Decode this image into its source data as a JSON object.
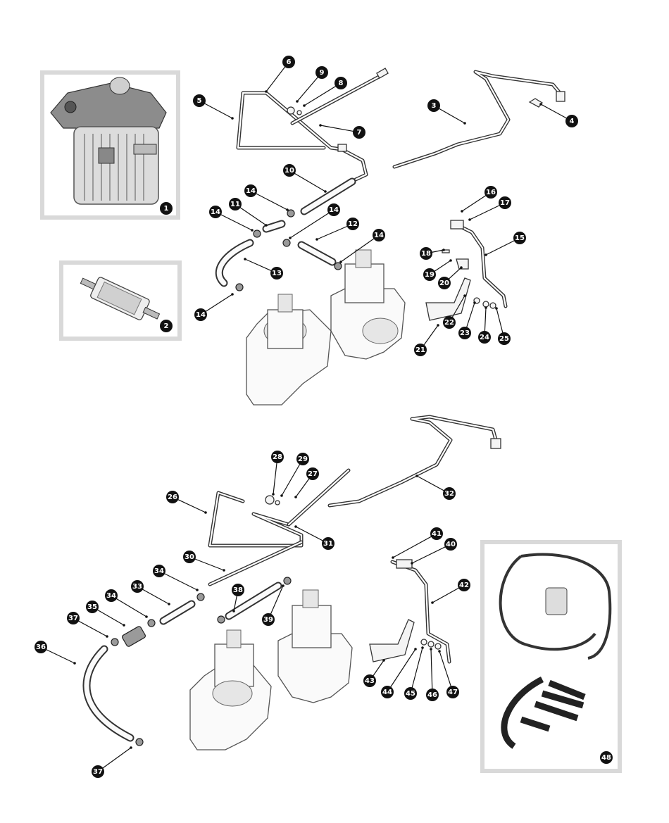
{
  "diagram": {
    "callouts": [
      {
        "id": "1",
        "label": "1"
      },
      {
        "id": "2",
        "label": "2"
      },
      {
        "id": "3",
        "label": "3"
      },
      {
        "id": "4",
        "label": "4"
      },
      {
        "id": "5",
        "label": "5"
      },
      {
        "id": "6",
        "label": "6"
      },
      {
        "id": "7",
        "label": "7"
      },
      {
        "id": "8",
        "label": "8"
      },
      {
        "id": "9",
        "label": "9"
      },
      {
        "id": "10",
        "label": "10"
      },
      {
        "id": "11",
        "label": "11"
      },
      {
        "id": "12",
        "label": "12"
      },
      {
        "id": "13",
        "label": "13"
      },
      {
        "id": "14a",
        "label": "14"
      },
      {
        "id": "14b",
        "label": "14"
      },
      {
        "id": "14c",
        "label": "14"
      },
      {
        "id": "14d",
        "label": "14"
      },
      {
        "id": "14e",
        "label": "14"
      },
      {
        "id": "14f",
        "label": "14"
      },
      {
        "id": "15",
        "label": "15"
      },
      {
        "id": "16",
        "label": "16"
      },
      {
        "id": "17",
        "label": "17"
      },
      {
        "id": "18",
        "label": "18"
      },
      {
        "id": "19",
        "label": "19"
      },
      {
        "id": "20",
        "label": "20"
      },
      {
        "id": "21",
        "label": "21"
      },
      {
        "id": "22",
        "label": "22"
      },
      {
        "id": "23",
        "label": "23"
      },
      {
        "id": "24",
        "label": "24"
      },
      {
        "id": "25",
        "label": "25"
      },
      {
        "id": "26",
        "label": "26"
      },
      {
        "id": "27",
        "label": "27"
      },
      {
        "id": "28",
        "label": "28"
      },
      {
        "id": "29",
        "label": "29"
      },
      {
        "id": "30",
        "label": "30"
      },
      {
        "id": "31",
        "label": "31"
      },
      {
        "id": "32",
        "label": "32"
      },
      {
        "id": "33",
        "label": "33"
      },
      {
        "id": "34a",
        "label": "34"
      },
      {
        "id": "34b",
        "label": "34"
      },
      {
        "id": "35",
        "label": "35"
      },
      {
        "id": "36",
        "label": "36"
      },
      {
        "id": "37a",
        "label": "37"
      },
      {
        "id": "37b",
        "label": "37"
      },
      {
        "id": "38",
        "label": "38"
      },
      {
        "id": "39",
        "label": "39"
      },
      {
        "id": "40",
        "label": "40"
      },
      {
        "id": "41",
        "label": "41"
      },
      {
        "id": "42",
        "label": "42"
      },
      {
        "id": "43",
        "label": "43"
      },
      {
        "id": "44",
        "label": "44"
      },
      {
        "id": "45",
        "label": "45"
      },
      {
        "id": "46",
        "label": "46"
      },
      {
        "id": "47",
        "label": "47"
      },
      {
        "id": "48",
        "label": "48"
      }
    ]
  }
}
